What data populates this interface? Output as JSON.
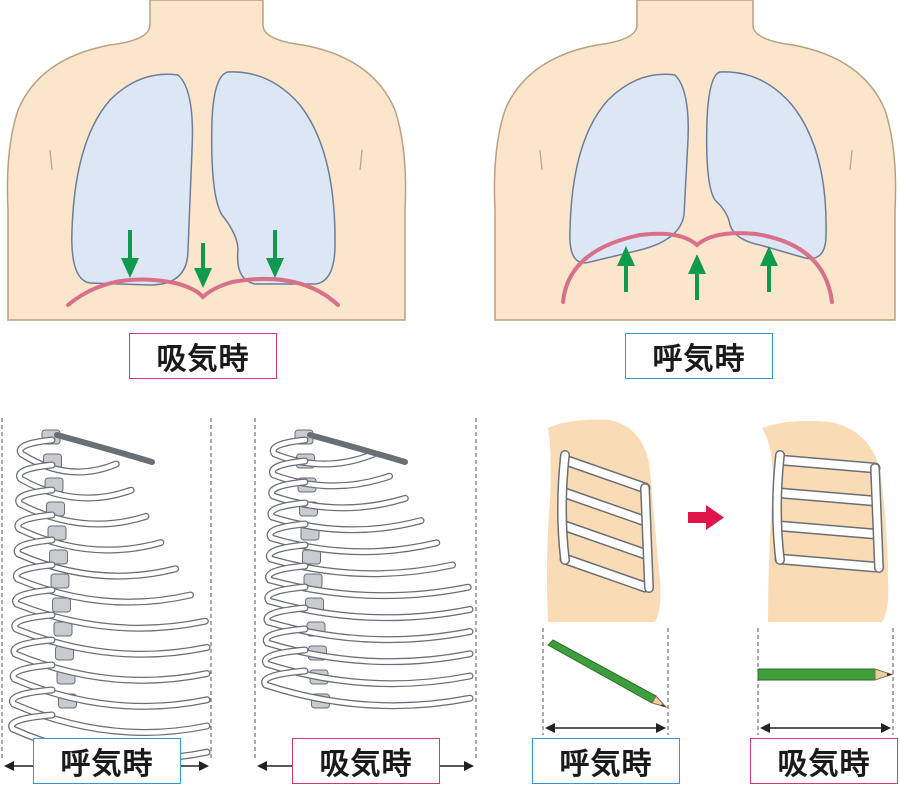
{
  "labels": {
    "inhale": "吸気時",
    "exhale": "呼気時"
  },
  "colors": {
    "skin": "#fbe6cc",
    "skin_outline": "#b8a080",
    "lung_fill": "#dde6f4",
    "lung_outline": "#6d7d98",
    "diaphragm": "#d9708a",
    "arrow_green": "#109a4e",
    "inhale_border": "#d9317a",
    "exhale_border": "#2b9ad6",
    "pencil_green": "#3e9e3c",
    "rib_fill": "#ffffff",
    "rib_outline": "#6a6e75",
    "spine_gray": "#c8cbd0",
    "red_arrow": "#e0154c"
  },
  "panels": [
    {
      "id": "lungs-inhale",
      "label": "吸気時",
      "arrows": "down"
    },
    {
      "id": "lungs-exhale",
      "label": "呼気時",
      "arrows": "up"
    },
    {
      "id": "ribcage-exhale",
      "label": "呼気時"
    },
    {
      "id": "ribcage-inhale",
      "label": "吸気時"
    },
    {
      "id": "ribs-side-exhale",
      "label": "呼気時"
    },
    {
      "id": "ribs-side-inhale",
      "label": "吸気時"
    }
  ]
}
